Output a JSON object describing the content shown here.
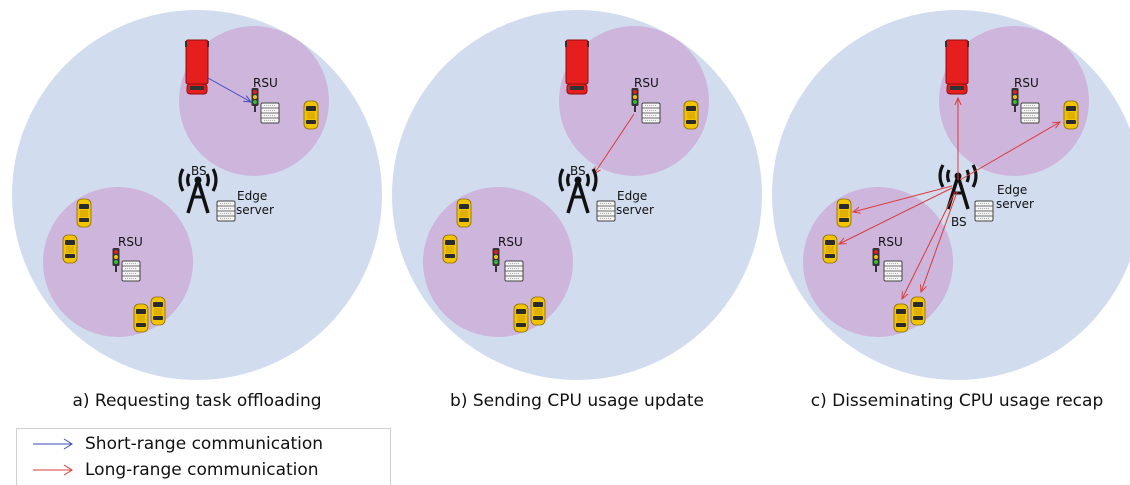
{
  "panels": [
    {
      "caption": "a) Requesting task offloading",
      "bs_label": "BS",
      "rsu_top_label": "RSU",
      "rsu_bottom_label": "RSU",
      "edge_label_1": "Edge",
      "edge_label_2": "server"
    },
    {
      "caption": "b) Sending CPU usage update",
      "bs_label": "BS",
      "rsu_top_label": "RSU",
      "rsu_bottom_label": "RSU",
      "edge_label_1": "Edge",
      "edge_label_2": "server"
    },
    {
      "caption": "c) Disseminating CPU usage recap",
      "bs_label": "BS",
      "rsu_top_label": "RSU",
      "rsu_bottom_label": "RSU",
      "edge_label_1": "Edge",
      "edge_label_2": "server"
    }
  ],
  "legend": {
    "short_range": "Short-range communication",
    "long_range": "Long-range communication"
  },
  "colors": {
    "bs_coverage": "#d2dcef",
    "rsu_coverage": "#cdb5dc",
    "short_range": "#3b4bbf",
    "long_range": "#dc3a3a",
    "car": "#f2c300",
    "truck": "#e61e1e"
  }
}
